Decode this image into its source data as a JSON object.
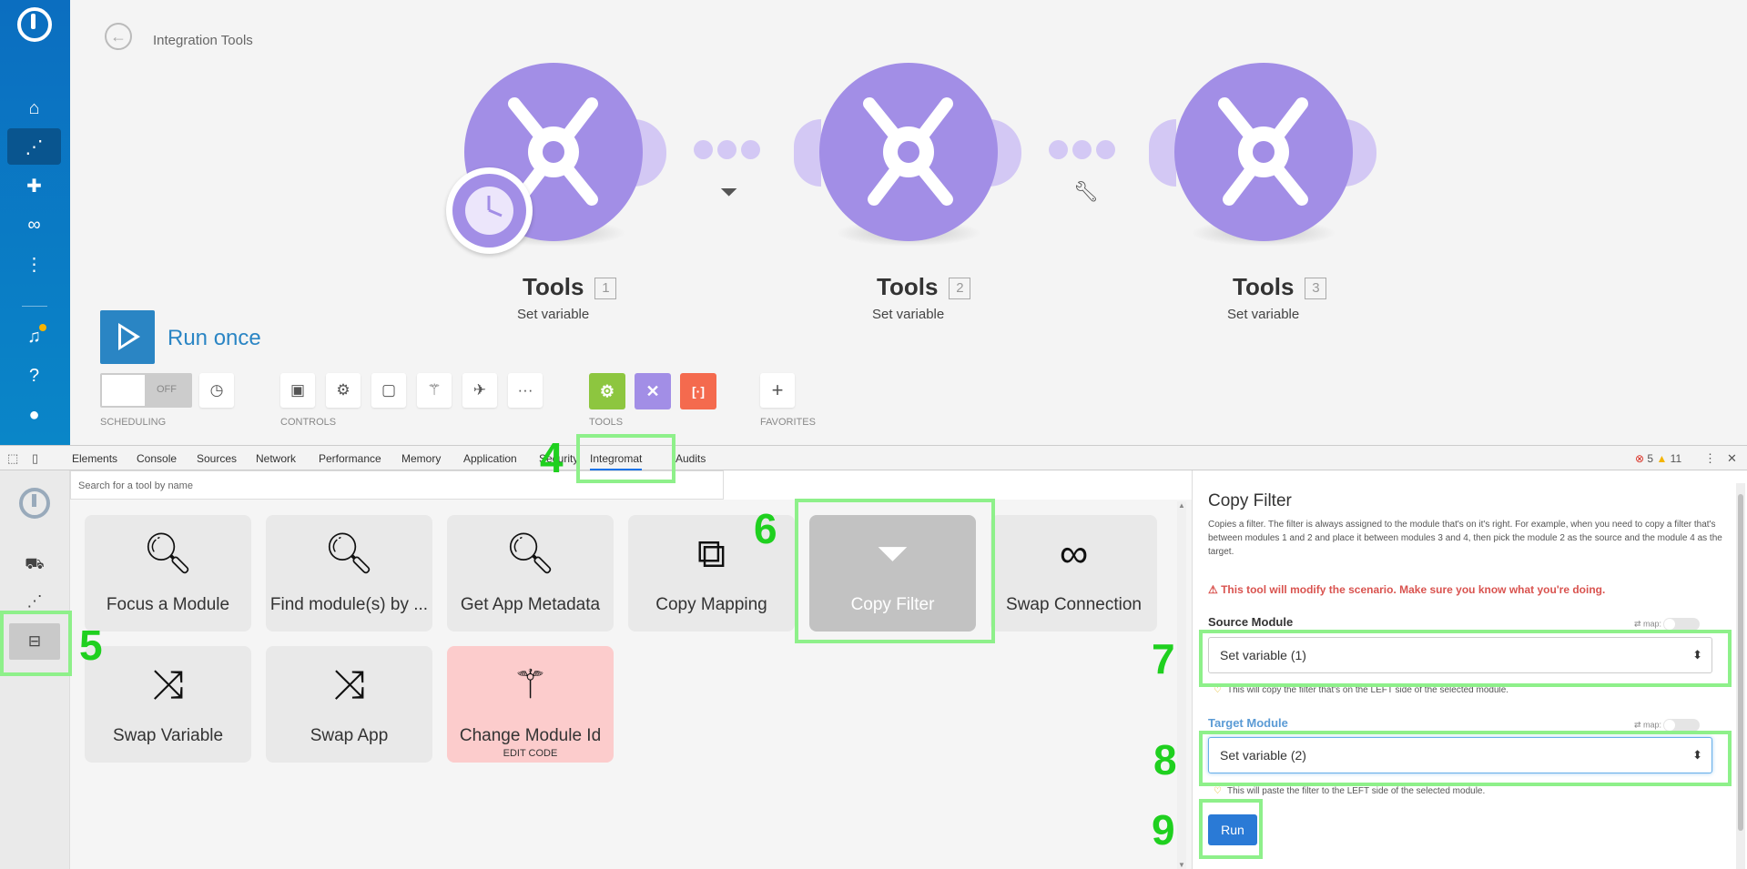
{
  "header": {
    "breadcrumb": "Integration Tools"
  },
  "modules": [
    {
      "name": "Tools",
      "num": "1",
      "sub": "Set variable"
    },
    {
      "name": "Tools",
      "num": "2",
      "sub": "Set variable"
    },
    {
      "name": "Tools",
      "num": "3",
      "sub": "Set variable"
    }
  ],
  "toolbar": {
    "run_label": "Run once",
    "toggle_state": "OFF",
    "scheduling_label": "SCHEDULING",
    "controls_label": "CONTROLS",
    "tools_label": "TOOLS",
    "favorites_label": "FAVORITES",
    "more_glyph": "···",
    "add_glyph": "+"
  },
  "devtools": {
    "tabs": [
      "Elements",
      "Console",
      "Sources",
      "Network",
      "Performance",
      "Memory",
      "Application",
      "Security",
      "Integromat",
      "Audits"
    ],
    "active_tab": "Integromat",
    "errors": "5",
    "warnings": "11"
  },
  "search": {
    "placeholder": "Search for a tool by name"
  },
  "cards": [
    {
      "label": "Focus a Module",
      "icon": "magnifier-icon"
    },
    {
      "label": "Find module(s) by ...",
      "icon": "magnifier-icon"
    },
    {
      "label": "Get App Metadata",
      "icon": "magnifier-icon"
    },
    {
      "label": "Copy Mapping",
      "icon": "copy-icon"
    },
    {
      "label": "Copy Filter",
      "icon": "filter-icon"
    },
    {
      "label": "Swap Connection",
      "icon": "link-icon"
    },
    {
      "label": "Swap Variable",
      "icon": "shuffle-icon"
    },
    {
      "label": "Swap App",
      "icon": "shuffle-icon"
    },
    {
      "label": "Change Module Id",
      "sublabel": "EDIT CODE",
      "icon": "magic-wand-icon"
    }
  ],
  "detail": {
    "title": "Copy Filter",
    "description": "Copies a filter. The filter is always assigned to the module that's on it's right. For example, when you need to copy a filter that's between modules 1 and 2 and place it between modules 3 and 4, then pick the module 2 as the source and the module 4 as the target.",
    "warning": "This tool will modify the scenario. Make sure you know what you're doing.",
    "source_label": "Source Module",
    "source_value": "Set variable (1)",
    "source_help": "This will copy the filter that's on the LEFT side of the selected module.",
    "target_label": "Target Module",
    "target_value": "Set variable (2)",
    "target_help": "This will paste the filter to the LEFT side of the selected module.",
    "map_label": "map:",
    "run_label": "Run"
  },
  "steps": [
    "4",
    "5",
    "6",
    "7",
    "8",
    "9"
  ],
  "colors": {
    "module": "#a28ee6",
    "accent": "#2a85c4",
    "highlight": "#8ef08a",
    "step": "#1fd01f"
  }
}
